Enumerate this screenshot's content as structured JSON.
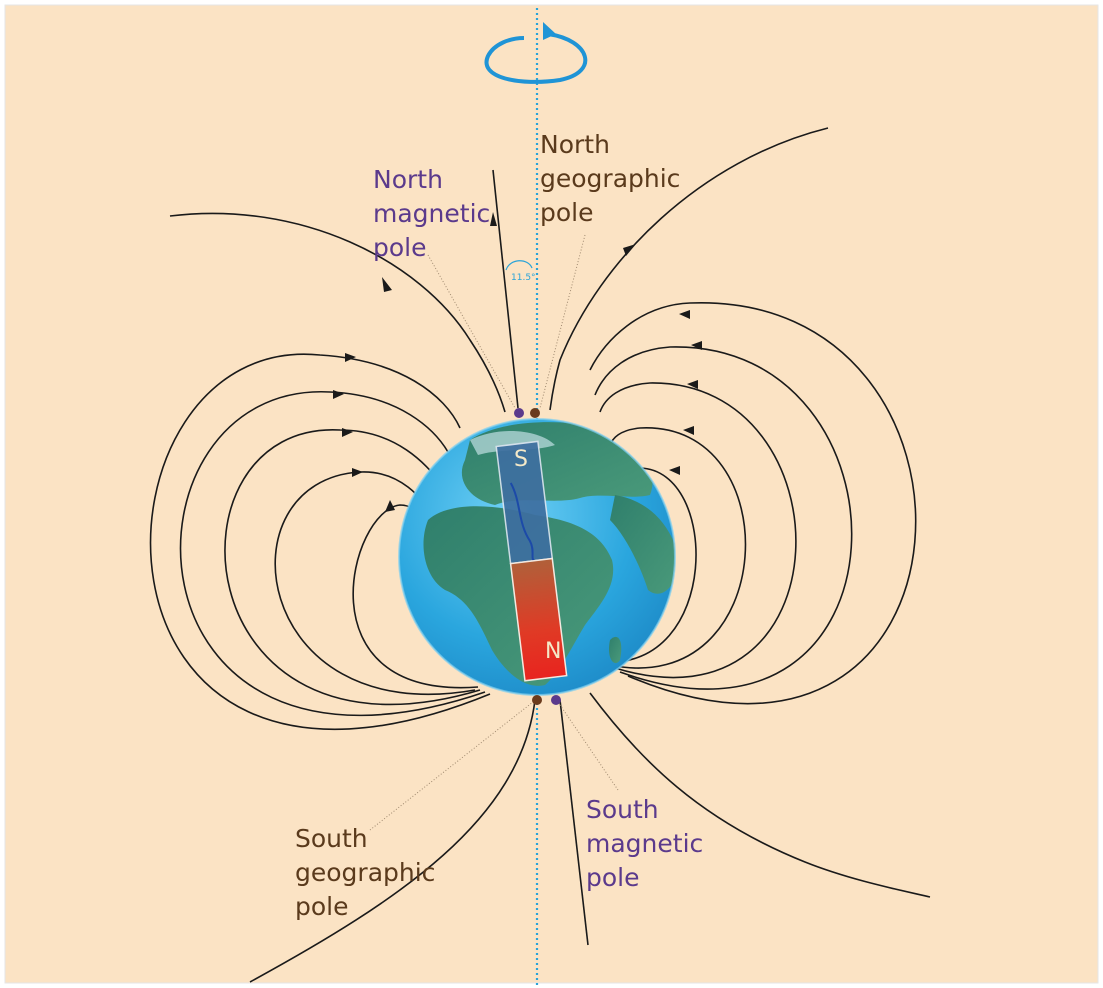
{
  "labels": {
    "north_magnetic": [
      "North",
      "magnetic",
      "pole"
    ],
    "north_geographic": [
      "North",
      "geographic",
      "pole"
    ],
    "south_geographic": [
      "South",
      "geographic",
      "pole"
    ],
    "south_magnetic": [
      "South",
      "magnetic",
      "pole"
    ]
  },
  "magnet": {
    "top_letter": "S",
    "bottom_letter": "N"
  },
  "tilt_angle": "11.5°",
  "colors": {
    "background": "#fbe3c4",
    "field_lines": "#1a1a1a",
    "rotation_axis": "#2aa3d8",
    "geographic_text": "#5a3a1c",
    "magnetic_text": "#5b3a8c",
    "globe_ocean": "#29a8e0",
    "globe_land": "#3a8a72",
    "magnet_south": "#3e6fa0",
    "magnet_north": "#e3261f"
  }
}
